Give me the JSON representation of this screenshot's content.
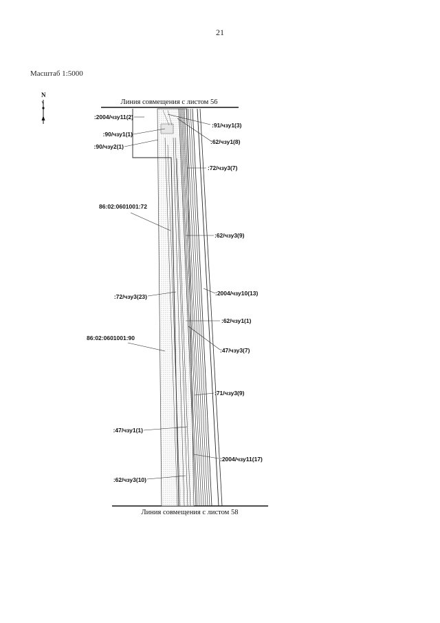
{
  "page": {
    "number": "21",
    "scale": "Масштаб 1:5000"
  },
  "north_arrow": {
    "letter": "N",
    "icon": "north-arrow-icon"
  },
  "sheet_lines": {
    "top": "Линия совмещения с листом 56",
    "bottom": "Линия совмещения с листом 58"
  },
  "labels": [
    ":2004/чзу11(2)",
    ":91/чзу1(3)",
    ":90/чзу1(1)",
    ":62/чзу1(8)",
    ":90/чзу2(1)",
    ":72/чзу3(7)",
    "86:02:0601001:72",
    ":62/чзу3(9)",
    ":2004/чзу10(13)",
    ":72/чзу3(23)",
    ":62/чзу1(1)",
    "86:02:0601001:90",
    ":47/чзу3(7)",
    ":71/чзу3(9)",
    ":47/чзу1(1)",
    ":2004/чзу11(17)",
    ":62/чзу3(10)"
  ]
}
